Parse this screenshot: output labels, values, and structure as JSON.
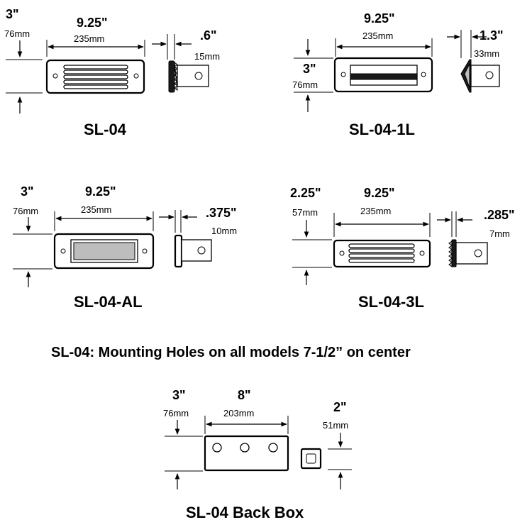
{
  "diagrams": {
    "sl04": {
      "model": "SL-04",
      "height_in": "3\"",
      "height_mm": "76mm",
      "width_in": "9.25\"",
      "width_mm": "235mm",
      "depth_in": ".6\"",
      "depth_mm": "15mm"
    },
    "sl04_1l": {
      "model": "SL-04-1L",
      "height_in": "3\"",
      "height_mm": "76mm",
      "width_in": "9.25\"",
      "width_mm": "235mm",
      "depth_in": "1.3\"",
      "depth_mm": "33mm"
    },
    "sl04_al": {
      "model": "SL-04-AL",
      "height_in": "3\"",
      "height_mm": "76mm",
      "width_in": "9.25\"",
      "width_mm": "235mm",
      "depth_in": ".375\"",
      "depth_mm": "10mm"
    },
    "sl04_3l": {
      "model": "SL-04-3L",
      "height_in": "2.25\"",
      "height_mm": "57mm",
      "width_in": "9.25\"",
      "width_mm": "235mm",
      "depth_in": ".285\"",
      "depth_mm": "7mm"
    },
    "backbox": {
      "model": "SL-04 Back Box",
      "height_in": "3\"",
      "height_mm": "76mm",
      "width_in": "8\"",
      "width_mm": "203mm",
      "depth_in": "2\"",
      "depth_mm": "51mm"
    }
  },
  "note": "SL-04: Mounting Holes on all models 7-1/2” on center",
  "colors": {
    "line": "#000000",
    "shade": "#bdbdbd",
    "fill_dark": "#1a1a1a"
  }
}
